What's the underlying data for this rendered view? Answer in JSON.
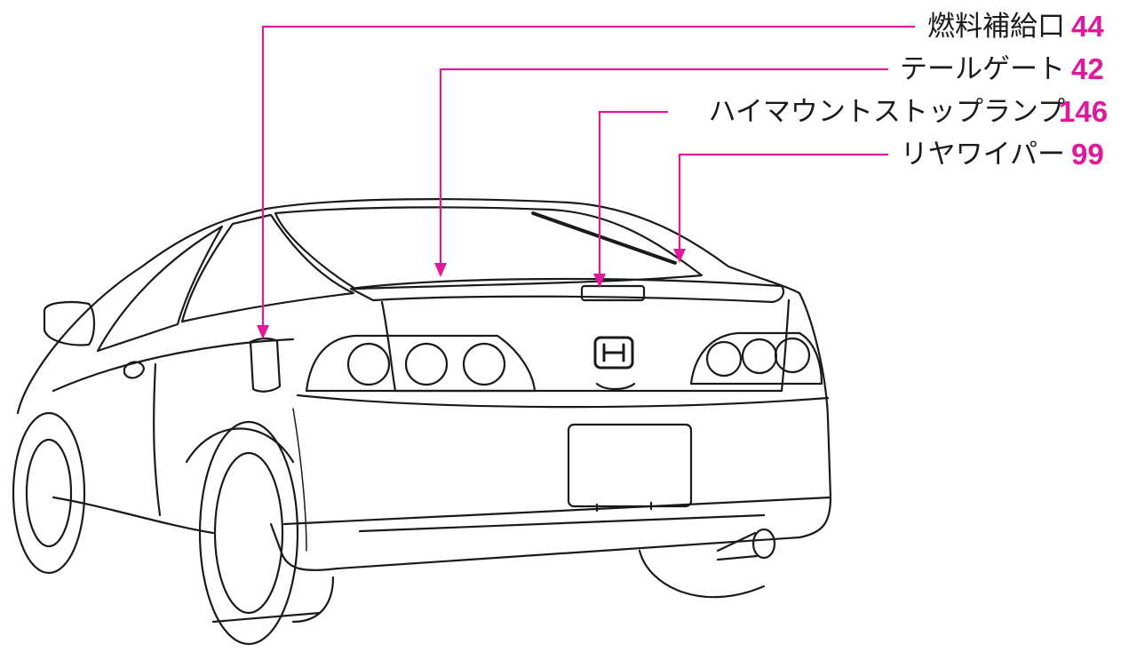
{
  "diagram": {
    "accent_color": "#e0189c",
    "line_color": "#1a1a1a",
    "callouts": [
      {
        "label": "燃料補給口",
        "page": "44"
      },
      {
        "label": "テールゲート",
        "page": "42"
      },
      {
        "label": "ハイマウントストップランプ",
        "page": "146"
      },
      {
        "label": "リヤワイパー",
        "page": "99"
      }
    ],
    "icons": {
      "car": "car-rear-three-quarter-line-drawing",
      "emblem": "honda-h-emblem"
    }
  }
}
